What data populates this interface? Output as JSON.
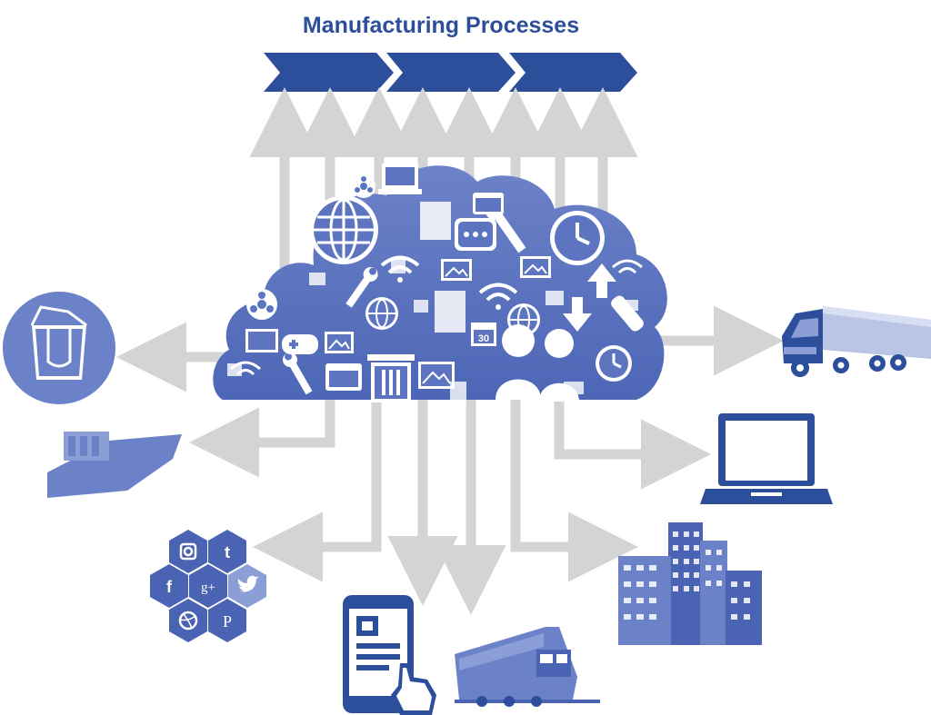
{
  "title": "Manufacturing Processes",
  "colors": {
    "primary": "#4a63b3",
    "primary_dark": "#2d4e9a",
    "cloud": "#5d74c0",
    "arrow": "#d4d4d4",
    "icon_light": "#ffffff"
  },
  "process_chevrons": [
    "chevron-stage-1",
    "chevron-stage-2",
    "chevron-stage-3"
  ],
  "destinations": [
    "shopping-bag-icon",
    "cargo-ship-icon",
    "social-media-icon",
    "smartphone-icon",
    "train-icon",
    "office-buildings-icon",
    "laptop-icon",
    "truck-icon"
  ],
  "social_hex_icons": [
    "instagram",
    "tumblr",
    "facebook",
    "google-plus",
    "twitter",
    "dribbble",
    "pinterest"
  ],
  "social_hex_glyphs": {
    "tumblr": "t",
    "facebook": "f",
    "google_plus": "g+",
    "pinterest": "P",
    "calendar_day": "30"
  }
}
